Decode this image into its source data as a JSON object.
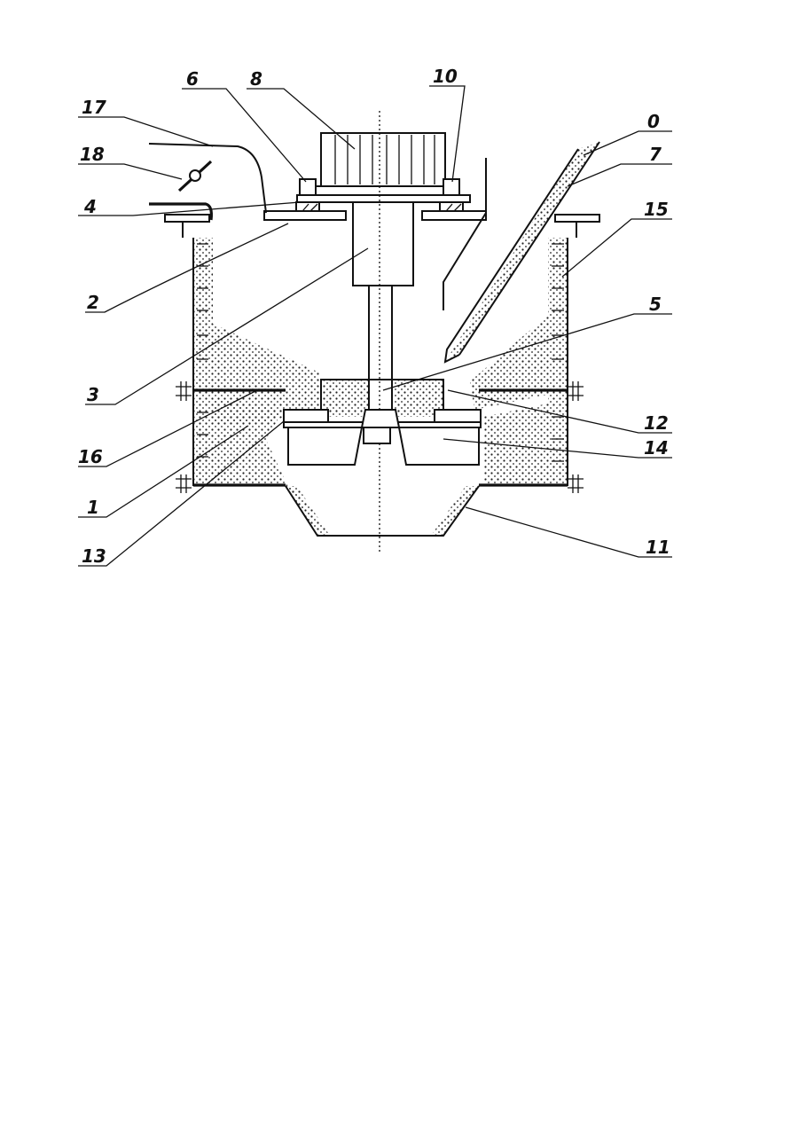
{
  "figure": {
    "callouts": [
      {
        "id": "c17",
        "text": "17"
      },
      {
        "id": "c18",
        "text": "18"
      },
      {
        "id": "c4",
        "text": "4"
      },
      {
        "id": "c6",
        "text": "6"
      },
      {
        "id": "c8",
        "text": "8"
      },
      {
        "id": "c10",
        "text": "10"
      },
      {
        "id": "c0",
        "text": "0"
      },
      {
        "id": "c7",
        "text": "7"
      },
      {
        "id": "c15",
        "text": "15"
      },
      {
        "id": "c2",
        "text": "2"
      },
      {
        "id": "c5",
        "text": "5"
      },
      {
        "id": "c3",
        "text": "3"
      },
      {
        "id": "c12",
        "text": "12"
      },
      {
        "id": "c16",
        "text": "16"
      },
      {
        "id": "c14",
        "text": "14"
      },
      {
        "id": "c1",
        "text": "1"
      },
      {
        "id": "c13",
        "text": "13"
      },
      {
        "id": "c11",
        "text": "11"
      }
    ]
  }
}
